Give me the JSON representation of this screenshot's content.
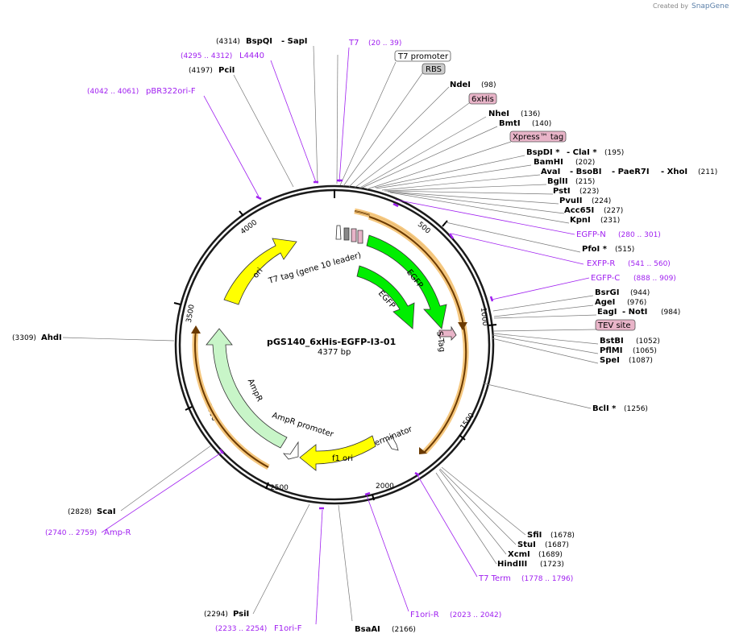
{
  "credit": {
    "created_by": "Created by",
    "brand": "SnapGene"
  },
  "plasmid": {
    "name": "pGS140_6xHis-EGFP-I3-01",
    "size": "4377 bp"
  },
  "ticks": [
    "500",
    "1000",
    "1500",
    "2000",
    "2500",
    "3000",
    "3500",
    "4000"
  ],
  "features": {
    "ori": "ori",
    "t7tag": "T7 tag (gene 10 leader)",
    "egfp1": "EGFP",
    "egfp2": "EGFP",
    "stag": "S-Tag",
    "t7term": "T7 terminator",
    "f1ori": "f1 ori",
    "ampr_promoter": "AmpR promoter",
    "ampr": "AmpR"
  },
  "labels": {
    "bspqi_pos": "(4314)",
    "bspqi": "BspQI",
    "sapi": "- SapI",
    "t7": "T7",
    "t7_range": "(20 .. 39)",
    "l4440_range": "(4295 .. 4312)",
    "l4440": "L4440",
    "t7prom": "T7 promoter",
    "rbs": "RBS",
    "pcii_pos": "(4197)",
    "pcii": "PciI",
    "ndei": "NdeI",
    "ndei_pos": "(98)",
    "pbr_range": "(4042 .. 4061)",
    "pbr": "pBR322ori-F",
    "his6": "6xHis",
    "nhei": "NheI",
    "nhei_pos": "(136)",
    "bmti": "BmtI",
    "bmti_pos": "(140)",
    "xpress": "Xpress™ tag",
    "bspdi": "BspDI *",
    "clai": "- ClaI *",
    "bspdi_pos": "(195)",
    "bamhi": "BamHI",
    "bamhi_pos": "(202)",
    "avai": "AvaI",
    "bsobi": "- BsoBI",
    "paer7i": "- PaeR7I",
    "xhoi": "- XhoI",
    "avai_pos": "(211)",
    "bglii": "BglII",
    "bglii_pos": "(215)",
    "psti": "PstI",
    "psti_pos": "(223)",
    "pvuii": "PvuII",
    "pvuii_pos": "(224)",
    "acc65i": "Acc65I",
    "acc65i_pos": "(227)",
    "kpni": "KpnI",
    "kpni_pos": "(231)",
    "egfpn": "EGFP-N",
    "egfpn_range": "(280 .. 301)",
    "pfoi": "PfoI *",
    "pfoi_pos": "(515)",
    "exfpr": "EXFP-R",
    "exfpr_range": "(541 .. 560)",
    "egfpc": "EGFP-C",
    "egfpc_range": "(888 .. 909)",
    "bsrgi": "BsrGI",
    "bsrgi_pos": "(944)",
    "agei": "AgeI",
    "agei_pos": "(976)",
    "eagi": "EagI",
    "noti": "- NotI",
    "eagi_pos": "(984)",
    "tev": "TEV site",
    "bstbi": "BstBI",
    "bstbi_pos": "(1052)",
    "pfimi": "PflMI",
    "pfimi_pos": "(1065)",
    "spei": "SpeI",
    "spei_pos": "(1087)",
    "ahdi_pos": "(3309)",
    "ahdi": "AhdI",
    "bcli": "BclI *",
    "bcli_pos": "(1256)",
    "scai_pos": "(2828)",
    "scai": "ScaI",
    "ampr_range": "(2740 .. 2759)",
    "ampr_primer": "Amp-R",
    "sfii": "SfiI",
    "sfii_pos": "(1678)",
    "stui": "StuI",
    "stui_pos": "(1687)",
    "xcmi": "XcmI",
    "xcmi_pos": "(1689)",
    "hindiii": "HindIII",
    "hindiii_pos": "(1723)",
    "t7term_primer": "T7 Term",
    "t7term_range": "(1778 .. 1796)",
    "psii_pos": "(2294)",
    "psii": "PsiI",
    "f1orir": "F1ori-R",
    "f1orir_range": "(2023 .. 2042)",
    "f1orif_range": "(2233 .. 2254)",
    "f1orif": "F1ori-F",
    "bsaai": "BsaAI",
    "bsaai_pos": "(2166)"
  },
  "colors": {
    "backbone": "#1a1a1a",
    "orf_outline": "#f5c77e",
    "primer": "#a020f0",
    "ori": "#ffff00",
    "egfp": "#00ee00",
    "ampr": "#c8f5c8",
    "tag_fill": "#e8b4c8",
    "rbs_fill": "#cccccc"
  }
}
